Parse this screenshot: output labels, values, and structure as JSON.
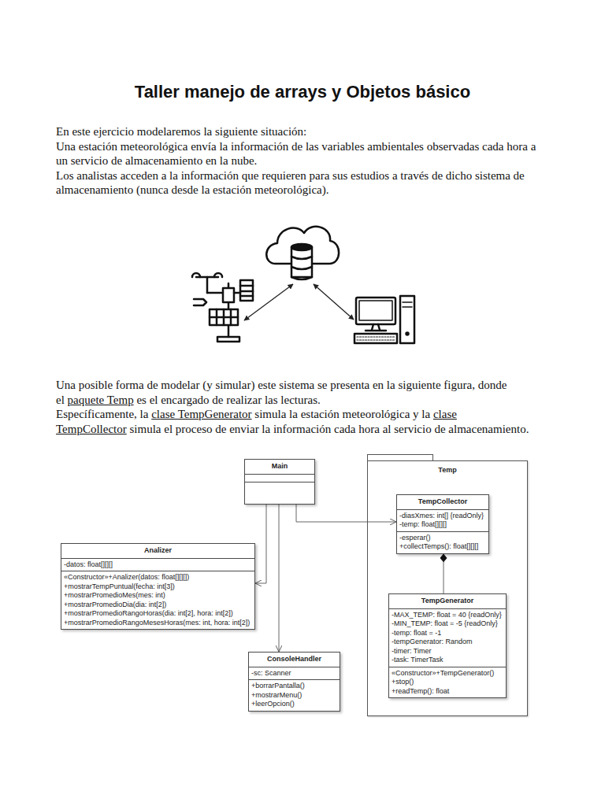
{
  "diagram": {
    "title": "Taller manejo de arrays y Objetos básico",
    "nodes": [
      {
        "text": [
          "Main"
        ]
      },
      {
        "text": [
          "Temp"
        ]
      },
      {
        "text": [
          "TempCollector",
          "-diasXmes: int[] {readOnly}",
          "-temp: float[][][]",
          "-esperar()",
          "+collectTemps(): float[][][]"
        ],
        "in": 1
      },
      {
        "text": [
          "Analizer",
          "-datos: float[][][]",
          "«Constructor»+Analizer(datos: float[][][])",
          "+mostrarTempPuntual(fecha: int[3])",
          "+mostrarPromedioMes(mes: int)",
          "+mostrarPromedioDia(dia: int[2])",
          "+mostrarPromedioRangoHoras(dia: int[2], hora: int[2])",
          "+mostrarPromedioRangoMesesHoras(mes: int, hora: int[2])"
        ]
      },
      {
        "text": [
          "TempGenerator",
          "-MAX_TEMP: float = 40 {readOnly}",
          "-MIN_TEMP: float = -5 {readOnly}",
          "-temp: float = -1",
          "-tempGenerator: Random",
          "-timer: Timer",
          "-task: TimerTask",
          "«Constructor»+TempGenerator()",
          "+stop()",
          "+readTemp(): float"
        ],
        "in": 1
      },
      {
        "text": [
          "ConsoleHandler",
          "-sc: Scanner",
          "+borrarPantalla()",
          "+mostrarMenu()",
          "+leerOpcion()"
        ]
      }
    ],
    "edges": [
      {
        "from": 0,
        "to": 2,
        "arrow": "to"
      },
      {
        "from": 0,
        "to": 3,
        "arrow": "to"
      },
      {
        "from": 0,
        "to": 5,
        "arrow": "to"
      },
      {
        "from": 4,
        "to": 2,
        "arrow": "to"
      }
    ],
    "labels": [
      "En este ejercicio modelaremos la siguiente situación:",
      "Una estación meteorológica envía la información de las variables ambientales observadas cada hora a un servicio de almacenamiento en la nube.",
      "Los analistas acceden a la información que requieren para sus estudios a través de dicho sistema de almacenamiento (nunca desde la estación meteorológica).",
      "Una posible forma de modelar (y simular) este sistema se presenta en la siguiente figura, donde el",
      "paquete Temp",
      "es el encargado de realizar las lecturas.",
      "Específicamente, la",
      "clase TempGenerator",
      "simula la estación meteorológica y la",
      "clase TempCollector",
      "simula el proceso de enviar la información cada hora al servicio de almacenamiento."
    ]
  }
}
